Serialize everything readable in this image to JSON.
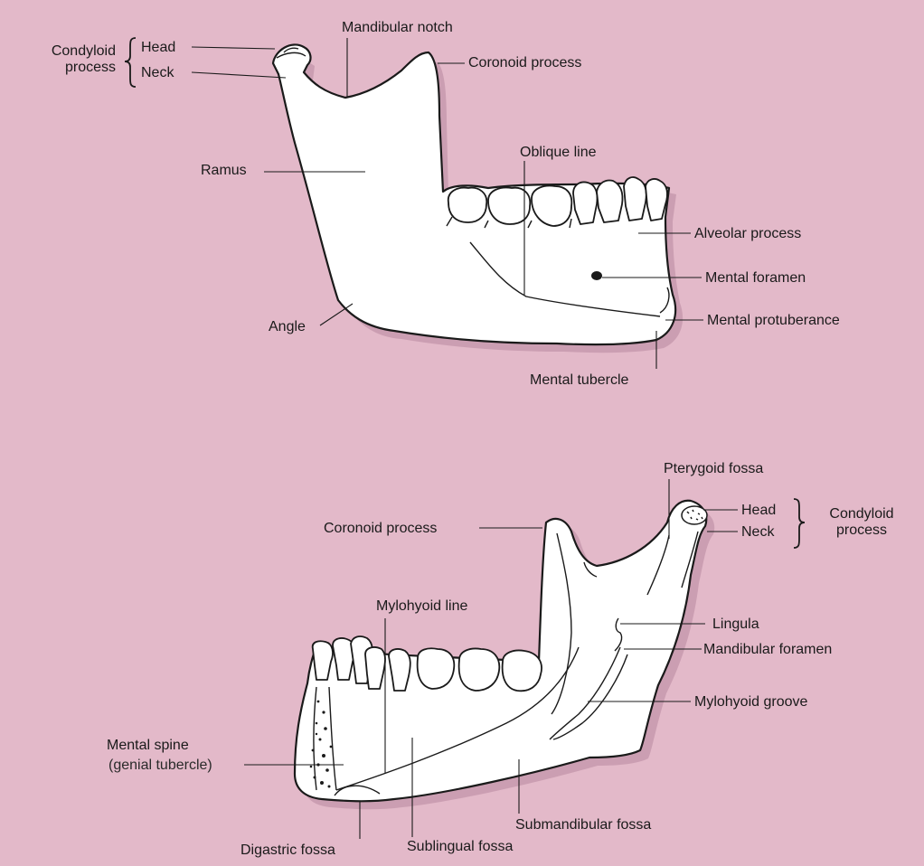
{
  "lateral_view": {
    "condyloid_process": "Condyloid\nprocess",
    "head": "Head",
    "neck": "Neck",
    "mandibular_notch": "Mandibular notch",
    "coronoid_process": "Coronoid process",
    "ramus": "Ramus",
    "oblique_line": "Oblique line",
    "alveolar_process": "Alveolar process",
    "mental_foramen": "Mental foramen",
    "angle": "Angle",
    "mental_protuberance": "Mental protuberance",
    "mental_tubercle": "Mental tubercle"
  },
  "medial_view": {
    "pterygoid_fossa": "Pterygoid fossa",
    "coronoid_process": "Coronoid process",
    "head": "Head",
    "neck": "Neck",
    "condyloid_process": "Condyloid\nprocess",
    "mylohyoid_line": "Mylohyoid line",
    "lingula": "Lingula",
    "mandibular_foramen": "Mandibular foramen",
    "mylohyoid_groove": "Mylohyoid groove",
    "mental_spine": "Mental spine",
    "genial_tubercle": "(genial tubercle)",
    "submandibular_fossa": "Submandibular fossa",
    "digastric_fossa": "Digastric fossa",
    "sublingual_fossa": "Sublingual fossa"
  },
  "colors": {
    "background": "#e3b9c9",
    "bone": "#ffffff",
    "outline": "#1a1a1a"
  }
}
